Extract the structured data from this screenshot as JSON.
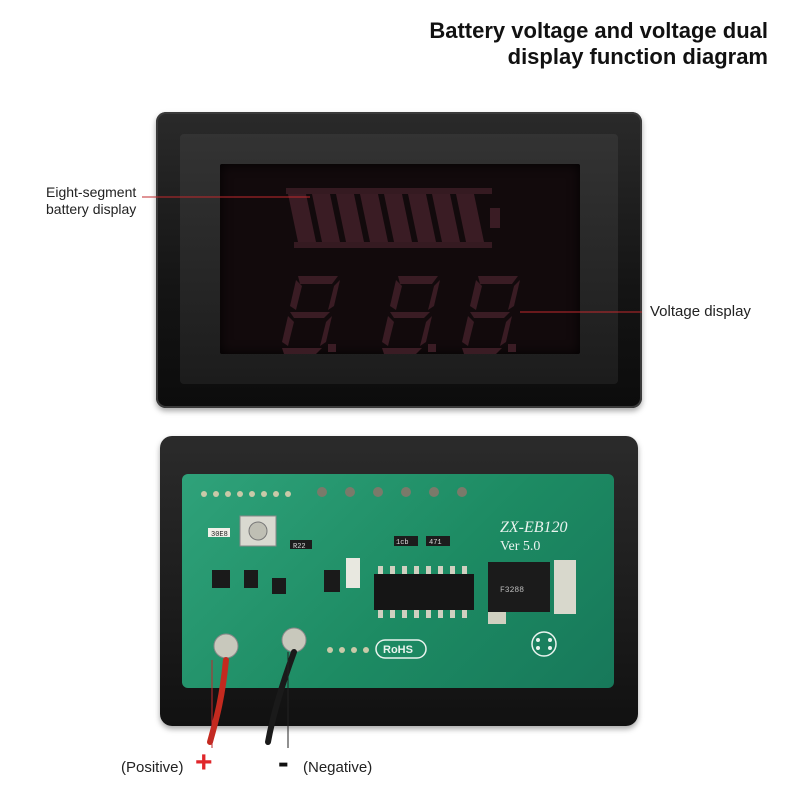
{
  "title": {
    "line1": "Battery voltage and voltage dual",
    "line2": "display function diagram"
  },
  "labels": {
    "battery_line1": "Eight-segment",
    "battery_line2": "battery display",
    "voltage": "Voltage display",
    "positive": "(Positive)",
    "negative": "(Negative)",
    "plus_sign": "+",
    "minus_sign": "-"
  },
  "display": {
    "digits": "8.8.8.",
    "battery_segments": 8
  },
  "pcb": {
    "model": "ZX-EB120",
    "version": "Ver 5.0",
    "rohs": "RoHS",
    "chip_markings": [
      "30E8",
      "R22",
      "1cb",
      "471",
      "F3288"
    ]
  },
  "colors": {
    "pointer_line": "#c0282c",
    "plus": "#e0262a",
    "pcb_green": "#1d8b63",
    "lcd_segment": "#3a1c24",
    "wire_red": "#c42a1f",
    "wire_black": "#1a1a1a"
  },
  "icons": [
    "battery-icon",
    "seven-segment-digit-icon"
  ]
}
